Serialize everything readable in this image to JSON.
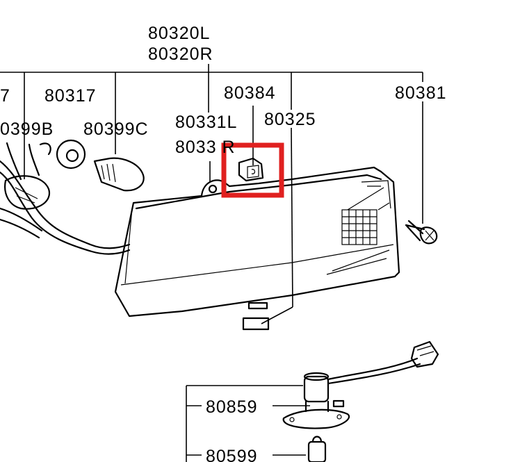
{
  "labels": {
    "assembly_l": "80320L",
    "assembly_r": "80320R",
    "cut_left": "7",
    "p80317": "80317",
    "p80399b": "0399B",
    "p80399c": "80399C",
    "p80331l": "80331L",
    "p80331r": "8033 R",
    "p80384": "80384",
    "p80325": "80325",
    "p80381": "80381",
    "p80859": "80859",
    "p80599": "80599"
  },
  "highlight": {
    "color": "#e0201f",
    "target": "80384"
  },
  "colors": {
    "ink": "#000000",
    "paper": "#ffffff"
  }
}
